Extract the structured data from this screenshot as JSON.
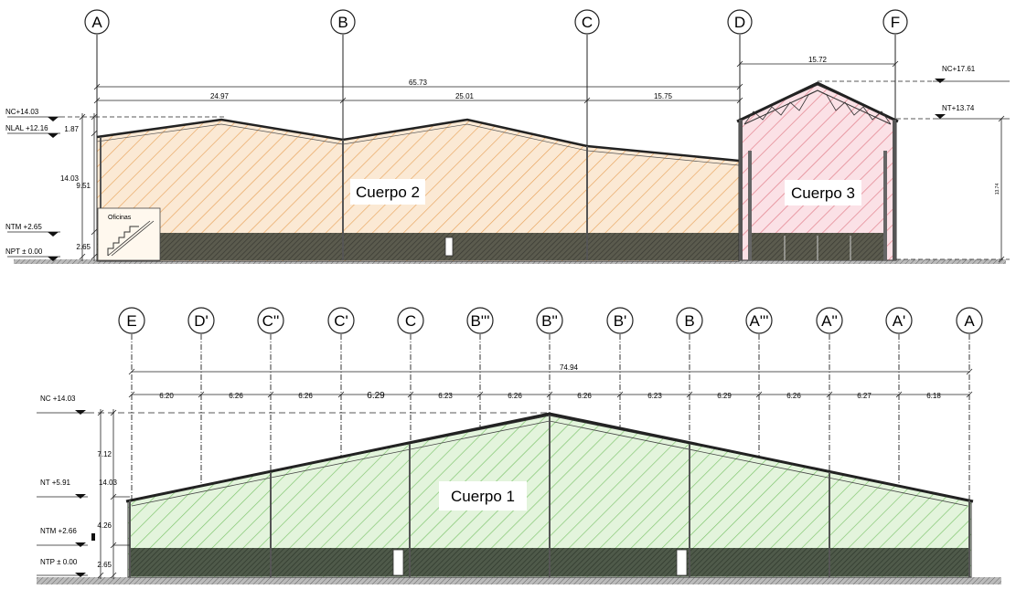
{
  "top": {
    "grid_axes": [
      "A",
      "B",
      "C",
      "D",
      "F"
    ],
    "dimensions": {
      "overall": "65.73",
      "span_ab": "24.97",
      "span_bc": "25.01",
      "span_cd": "15.75",
      "span_df": "15.72",
      "h_total": "14.03",
      "h_upper": "1.87",
      "h_mid": "9.51",
      "h_base": "2.65",
      "h_right": "13.74"
    },
    "levels_left": [
      "NC+14.03",
      "NLAL +12.16",
      "NTM +2.65",
      "NPT ± 0.00"
    ],
    "levels_right": [
      "NC+17.61",
      "NT+13.74"
    ],
    "room_label": "Oficinas",
    "body_left_label": "Cuerpo 2",
    "body_right_label": "Cuerpo 3",
    "colors": {
      "body_left_hatch": "#e8a25a",
      "body_left_fill": "#fbe9d4",
      "body_right_hatch": "#e07a86",
      "body_right_fill": "#fbe1e6"
    }
  },
  "bottom": {
    "grid_axes": [
      "E",
      "D'",
      "C''",
      "C'",
      "C",
      "B'''",
      "B''",
      "B'",
      "B",
      "A'''",
      "A''",
      "A'",
      "A"
    ],
    "dimensions": {
      "overall": "74.94",
      "spans": [
        "6.20",
        "6.26",
        "6.26",
        "6.29",
        "6.23",
        "6.26",
        "6.26",
        "6.23",
        "6.29",
        "6.26",
        "6.27",
        "6.18"
      ],
      "h_total": "14.03",
      "h_upper": "7.12",
      "h_mid": "4.26",
      "h_base": "2.65"
    },
    "levels_left": [
      "NC +14.03",
      "NT +5.91",
      "NTM +2.66",
      "NTP ± 0.00"
    ],
    "body_label": "Cuerpo 1",
    "colors": {
      "body_hatch": "#7cc46a",
      "body_fill": "#e3f4dc"
    }
  }
}
